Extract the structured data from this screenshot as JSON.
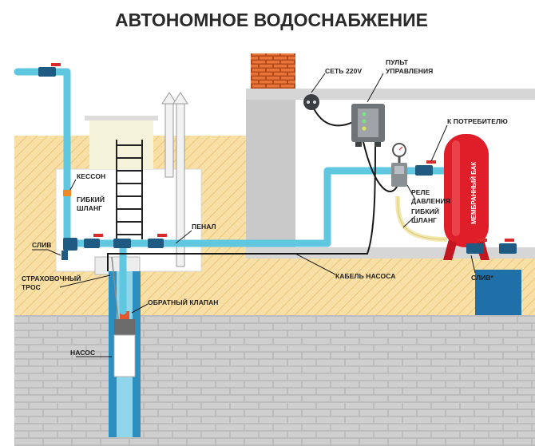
{
  "title": "АВТОНОМНОЕ ВОДОСНАБЖЕНИЕ",
  "labels": {
    "kesson": "КЕССОН",
    "flex_hose_left_1": "ГИБКИЙ",
    "flex_hose_left_2": "ШЛАНГ",
    "drain_left": "СЛИВ",
    "safety_rope_1": "СТРАХОВОЧНЫЙ",
    "safety_rope_2": "ТРОС",
    "check_valve": "ОБРАТНЫЙ КЛАПАН",
    "pump": "НАСОС",
    "penal": "ПЕНАЛ",
    "power_220": "СЕТЬ 220V",
    "control_panel_1": "ПУЛЬТ",
    "control_panel_2": "УПРАВЛЕНИЯ",
    "to_consumer": "К ПОТРЕБИТЕЛЮ",
    "pressure_relay_1": "РЕЛЕ",
    "pressure_relay_2": "ДАВЛЕНИЯ",
    "flex_hose_right_1": "ГИБКИЙ",
    "flex_hose_right_2": "ШЛАНГ",
    "pump_cable": "КАБЕЛЬ НАСОСА",
    "drain_right": "СЛИВ*",
    "membrane_tank": "МЕМБРАННЫЙ БАК"
  },
  "colors": {
    "pipe": "#5fc7e0",
    "valve": "#1e5a82",
    "valve_handle": "#d92b2b",
    "tank": "#e01e2a",
    "soil": "#f7dfa6",
    "brick": "#b9b9b9",
    "chimney": "#e0632b",
    "drain_pit": "#1f6fa8"
  }
}
